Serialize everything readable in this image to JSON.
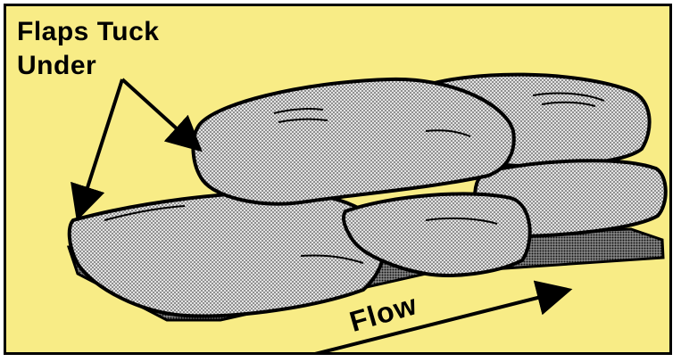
{
  "diagram": {
    "callout": {
      "line1": "Flaps Tuck",
      "line2": "Under"
    },
    "flow_label": "Flow"
  },
  "colors": {
    "background": "#f8ec86",
    "ink": "#000000",
    "stone_fill": "#cfcfcf"
  }
}
